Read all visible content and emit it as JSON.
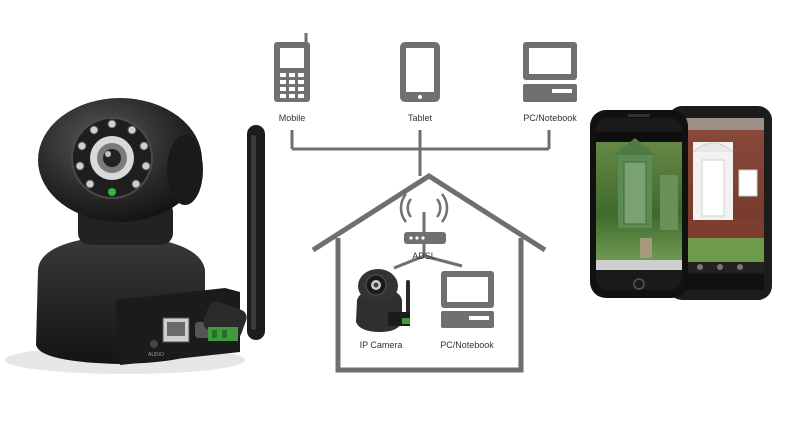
{
  "diagram": {
    "remote_devices": [
      {
        "label": "Mobile",
        "icon": "mobile-phone-icon"
      },
      {
        "label": "Tablet",
        "icon": "tablet-icon"
      },
      {
        "label": "PC/Notebook",
        "icon": "desktop-computer-icon"
      }
    ],
    "home_network": {
      "router": {
        "label": "ADSL",
        "icon": "wifi-router-icon"
      },
      "camera": {
        "label": "IP Camera",
        "icon": "ip-camera-icon"
      },
      "computer": {
        "label": "PC/Notebook",
        "icon": "desktop-computer-icon"
      }
    },
    "product": {
      "port_label": "AUDIO",
      "icon": "ip-camera-photo"
    },
    "phones": {
      "icon": "smartphones-photo"
    },
    "colors": {
      "icon_gray": "#707070",
      "line_gray": "#6f6f6f",
      "camera_body": "#2a2a2a",
      "led_green": "#2fb84a",
      "terminal_green": "#3e9b3e"
    }
  }
}
